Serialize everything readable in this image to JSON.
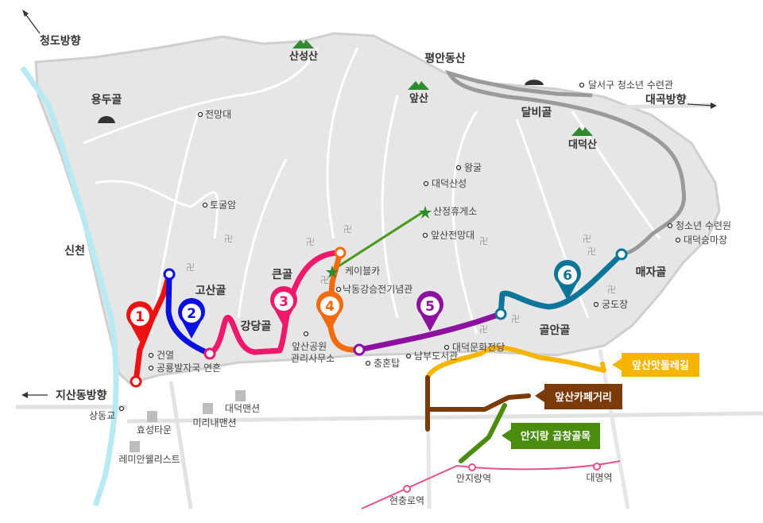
{
  "directions": {
    "cheongdo": "청도방향",
    "daegok": "대곡방향",
    "jisandong": "지산동방향"
  },
  "mountains": [
    {
      "name": "산성산"
    },
    {
      "name": "앞산"
    },
    {
      "name": "대덕산"
    }
  ],
  "areas": {
    "yongdugol": "용두골",
    "pyeongan": "평안동산",
    "dalbigol": "달비골",
    "sincheon": "신천",
    "gosangol": "고산골",
    "keungol": "큰골",
    "gangdanggol": "강당골",
    "golangol": "골안골",
    "maejagol": "매자골"
  },
  "poi": {
    "jeonmangdae": "전망대",
    "togulam": "토굴암",
    "wanggul": "왕굴",
    "daedeoksanseong": "대덕산성",
    "sanjeong": "산정휴게소",
    "apsanjeonmang": "앞산전망대",
    "cablecar": "케이블카",
    "nakdong": "낙동강승전기념관",
    "office1": "앞산공원",
    "office2": "관리사무소",
    "chunghon": "충혼탑",
    "library": "남부도서관",
    "culture": "대덕문화전당",
    "youth_center": "달서구 청소년 수련관",
    "youth_camp": "청소년 수련원",
    "riding": "대덕승마장",
    "archery": "궁도장",
    "geonyeol": "건열",
    "dinosaur": "공룡발자국 연흔",
    "sangdonggyo": "상동교"
  },
  "buildings": [
    "효성타운",
    "레미안웰리스트",
    "미리내맨션",
    "대덕맨션"
  ],
  "stations": [
    "현충로역",
    "안지랑역",
    "대명역"
  ],
  "temple_symbol": "卍",
  "courses": [
    {
      "num": "1",
      "color": "#ee1111"
    },
    {
      "num": "2",
      "color": "#0a10e0"
    },
    {
      "num": "3",
      "color": "#f0186a"
    },
    {
      "num": "4",
      "color": "#f36b0c"
    },
    {
      "num": "5",
      "color": "#8b119e"
    },
    {
      "num": "6",
      "color": "#0b7699"
    }
  ],
  "streets": [
    {
      "name": "앞산맛둘레길",
      "color": "#f7b500"
    },
    {
      "name": "앞산카페거리",
      "color": "#7a3a0a"
    },
    {
      "name": "안지랑 곱창골목",
      "color": "#4a8c0e"
    }
  ]
}
